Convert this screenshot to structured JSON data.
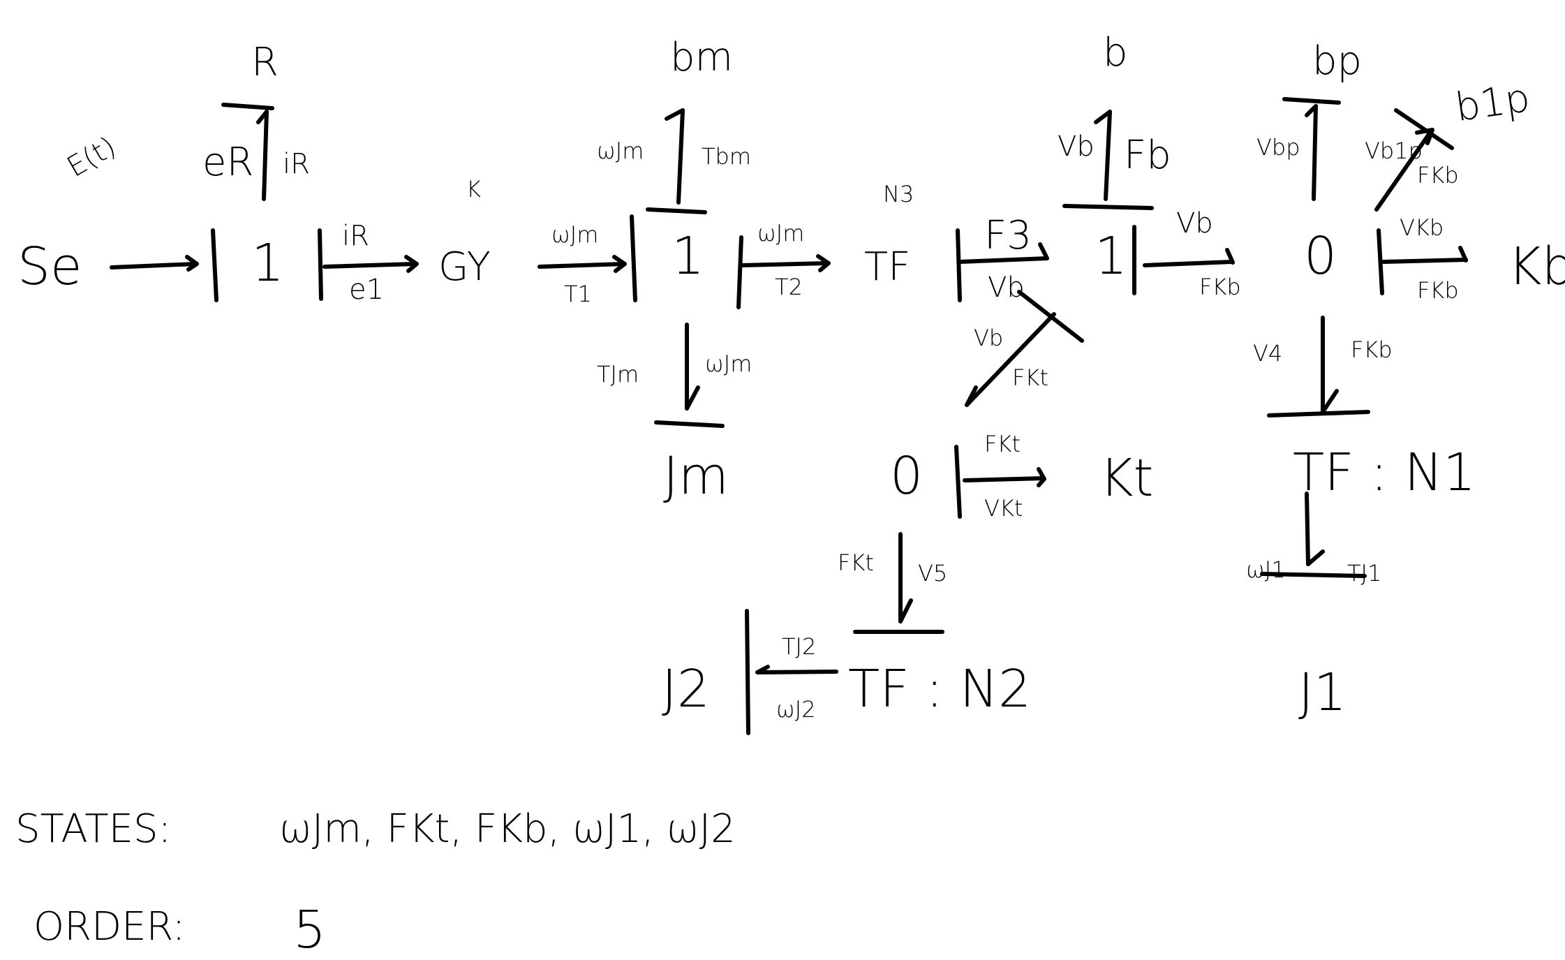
{
  "diagram": {
    "type": "bond-graph",
    "elements": {
      "se": "Se",
      "se_param": "E(t)",
      "r": "R",
      "junction1_a": "1",
      "gy": "GY",
      "gy_param": "K",
      "bm": "bm",
      "junction1_b": "1",
      "jm": "Jm",
      "tf3": "TF",
      "tf3_param": "N3",
      "b": "b",
      "junction1_c": "1",
      "zero_kt": "0",
      "kt": "Kt",
      "bp": "bp",
      "b1p": "b1p",
      "zero_kb": "0",
      "kb": "Kb",
      "tf1": "TF : N1",
      "j1": "J1",
      "tf2": "TF : N2",
      "j2": "J2"
    },
    "bonds": {
      "r_effort": "eR",
      "r_flow": "iR",
      "j1_gy_top": "iR",
      "j1_gy_bottom": "e1",
      "gy_j1b_top": "ωJm",
      "gy_j1b_bottom": "T1",
      "bm_left": "ωJm",
      "bm_right": "Tbm",
      "jm_left": "TJm",
      "jm_right": "ωJm",
      "j1b_tf_top": "ωJm",
      "j1b_tf_bottom": "T2",
      "tf_j1c_top": "F3",
      "tf_j1c_bottom": "Vb",
      "b_left": "Vb",
      "b_right": "Fb",
      "kt_diag_top": "Vb",
      "kt_diag_bottom": "FKt",
      "zero_kt_top": "FKt",
      "zero_kt_bottom": "VKt",
      "tf2_left": "FKt",
      "tf2_right": "V5",
      "j2_top": "TJ2",
      "j2_bottom": "ωJ2",
      "j1c_zero_top": "Vb",
      "j1c_zero_bottom": "FKb",
      "bp_left": "Vbp",
      "b1p_top": "Vb1p",
      "b1p_bottom": "FKb",
      "kb_top": "VKb",
      "kb_bottom": "FKb",
      "tf1_left": "V4",
      "tf1_right": "FKb",
      "j1_left": "ωJ1",
      "j1_right": "TJ1"
    }
  },
  "notes": {
    "states_label": "STATES:",
    "states_value": "ωJm, FKt, FKb, ωJ1, ωJ2",
    "order_label": "ORDER:",
    "order_value": "5"
  }
}
